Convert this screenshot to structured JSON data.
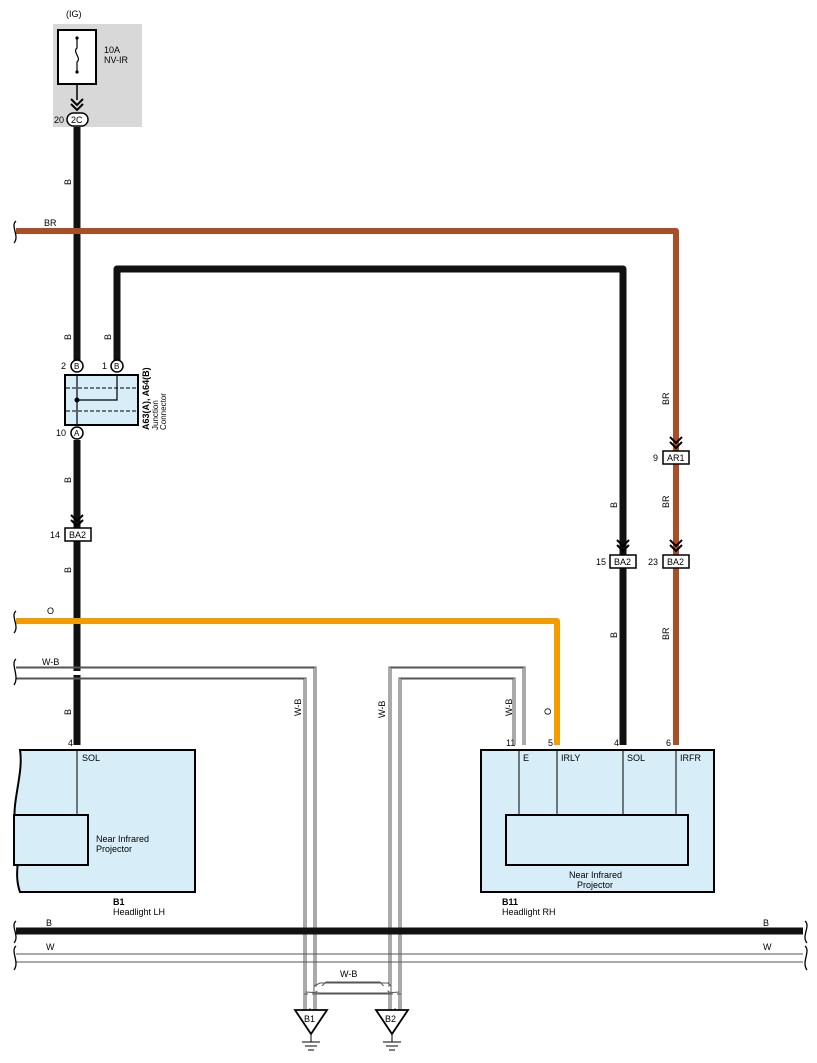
{
  "colors": {
    "black_wire": "#111111",
    "brown_wire": "#a94e27",
    "orange_wire": "#f39c00",
    "box_fill": "#d7eef8",
    "fuse_bg": "#d8d8d8"
  },
  "fuse": {
    "ig_label": "(IG)",
    "rating": "10A",
    "name": "NV-IR",
    "pin": "20",
    "connector": "2C"
  },
  "junction": {
    "name": "A63(A), A64(B)",
    "desc1": "Junction",
    "desc2": "Connector",
    "pin_left": "2",
    "pin_left_letter": "B",
    "pin_right": "1",
    "pin_right_letter": "B",
    "pin_bottom": "10",
    "pin_bottom_letter": "A"
  },
  "inline_connectors": {
    "ba2_left": {
      "pin": "14",
      "name": "BA2"
    },
    "ba2_mid": {
      "pin": "15",
      "name": "BA2"
    },
    "ba2_right": {
      "pin": "23",
      "name": "BA2"
    },
    "ar1": {
      "pin": "9",
      "name": "AR1"
    }
  },
  "wire_labels": {
    "b": "B",
    "br": "BR",
    "o": "O",
    "wb": "W-B",
    "w": "W"
  },
  "b1": {
    "id": "B1",
    "name": "Headlight LH",
    "pin": "4",
    "terminal": "SOL",
    "projector1": "Near Infrared",
    "projector2": "Projector"
  },
  "b11": {
    "id": "B11",
    "name": "Headlight RH",
    "pins": [
      "11",
      "5",
      "4",
      "6"
    ],
    "terminals": [
      "E",
      "IRLY",
      "SOL",
      "IRFR"
    ],
    "projector1": "Near Infrared",
    "projector2": "Projector"
  },
  "grounds": {
    "g1": "B1",
    "g2": "B2"
  }
}
